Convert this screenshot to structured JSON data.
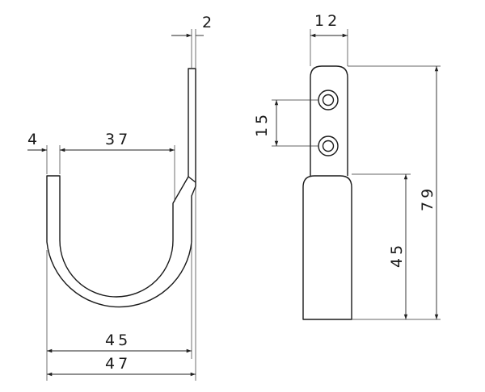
{
  "side_view": {
    "dim_thickness": "2",
    "dim_wall": "4",
    "dim_inner_opening": "37",
    "dim_inner_width": "45",
    "dim_overall_width": "47"
  },
  "front_view": {
    "dim_strap_width": "12",
    "dim_hole_pitch": "15",
    "dim_total_height": "79",
    "dim_lower_height": "45"
  }
}
